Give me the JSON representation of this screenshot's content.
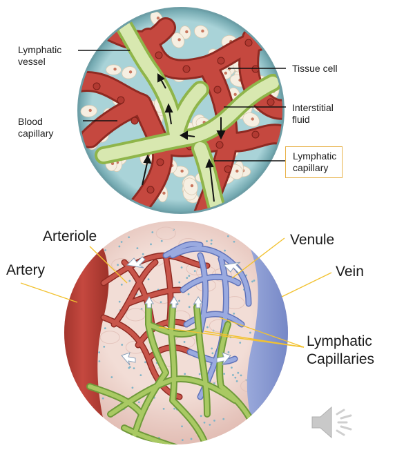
{
  "top_diagram": {
    "labels": {
      "lymphatic_vessel": "Lymphatic\nvessel",
      "blood_capillary": "Blood\ncapillary",
      "tissue_cell": "Tissue cell",
      "interstitial_fluid": "Interstitial\nfluid",
      "lymphatic_capillary": "Lymphatic\ncapillary"
    }
  },
  "bottom_diagram": {
    "labels": {
      "arteriole": "Arteriole",
      "artery": "Artery",
      "venule": "Venule",
      "vein": "Vein",
      "lymphatic_capillaries": "Lymphatic\nCapillaries"
    }
  },
  "icons": {
    "speaker": "speaker-icon"
  },
  "colors": {
    "blood": "#c5483f",
    "blood_dark": "#8f2a22",
    "lymph": "#a9c963",
    "lymph_light": "#d8e8b0",
    "fluid": "#a9d3d8",
    "tissue": "#f0d9d3",
    "vein": "#8fa1d6",
    "callout_box": "#e8b24a"
  }
}
